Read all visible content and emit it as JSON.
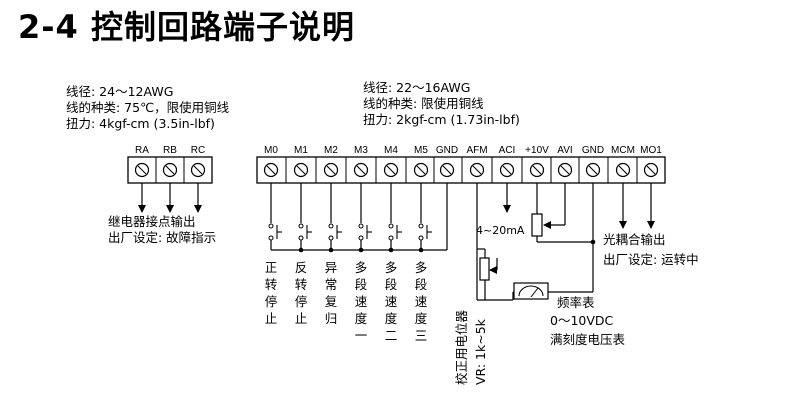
{
  "title": "2-4  控制回路端子说明",
  "spec_left": [
    "线径: 24～12AWG",
    "线的种类: 75℃，限使用铜线",
    "扭力: 4kgf-cm (3.5in-lbf)"
  ],
  "spec_right": [
    "线径: 22～16AWG",
    "线的种类: 限使用铜线",
    "扭力: 2kgf-cm (1.73in-lbf)"
  ],
  "relay_terminals": [
    "RA",
    "RB",
    "RC"
  ],
  "main_terminals": [
    "M0",
    "M1",
    "M2",
    "M3",
    "M4",
    "M5",
    "GND",
    "AFM",
    "ACI",
    "+10V",
    "AVI",
    "GND",
    "MCM",
    "MO1"
  ],
  "relay_note": [
    "继电器接点输出",
    "出厂设定: 故障指示"
  ],
  "input_labels": [
    "正转停止",
    "反转停止",
    "异常复归",
    "多段速度一",
    "多段速度二",
    "多段速度三"
  ],
  "aci_label": "4~20mA",
  "pot_label": [
    "校正用电位器",
    "VR: 1k~5k"
  ],
  "meter_label": [
    "频率表",
    "0～10VDC",
    "满刻度电压表"
  ],
  "opto_note": [
    "光耦合输出",
    "出厂设定: 运转中"
  ],
  "icons": {
    "switch": "push-switch-icon",
    "potentiometer": "potentiometer-icon",
    "meter": "meter-icon",
    "terminal": "screw-terminal-icon"
  }
}
